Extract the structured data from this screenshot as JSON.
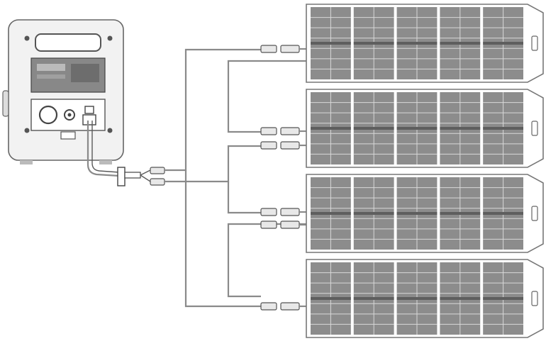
{
  "diagram": {
    "kind": "solar-panel-parallel-connection",
    "components": {
      "power_station": {
        "icon": "portable-power-station-icon"
      },
      "branch_connector": {
        "icon": "parallel-y-branch-connector-icon",
        "branches": 2
      },
      "solar_panels": {
        "count": 4,
        "icon": "foldable-solar-panel-icon",
        "columns_of_cells": 5
      }
    },
    "colors": {
      "line": "#8a8a8a",
      "panel_cells": "#8c8c8c",
      "outline": "#666666"
    }
  }
}
